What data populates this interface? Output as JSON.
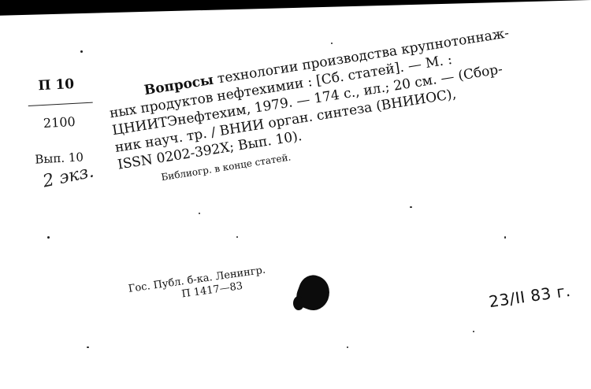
{
  "card": {
    "call_number": "П 10",
    "shelf_number": "2100",
    "issue": "Вып. 10",
    "handwritten_note": "2 экз.",
    "title_bold": "Вопросы",
    "lines": [
      " технологии производства крупнотоннаж-",
      "ных продуктов нефтехимии : [Сб. статей]. — М. :",
      "ЦНИИТЭнефтехим, 1979. — 174 с., ил.; 20 см. — (Сбор-",
      "ник науч. тр. / ВНИИ орган. синтеза (ВНИИОС),",
      "ISSN 0202-392X; Вып. 10)."
    ],
    "bibliography_note": "Библиогр. в конце статей.",
    "stamp_line1": "Гос. Публ. б-ка. Ленингр.",
    "stamp_line2": "П 1417—83",
    "handwritten_date": "23/II 83 г."
  }
}
